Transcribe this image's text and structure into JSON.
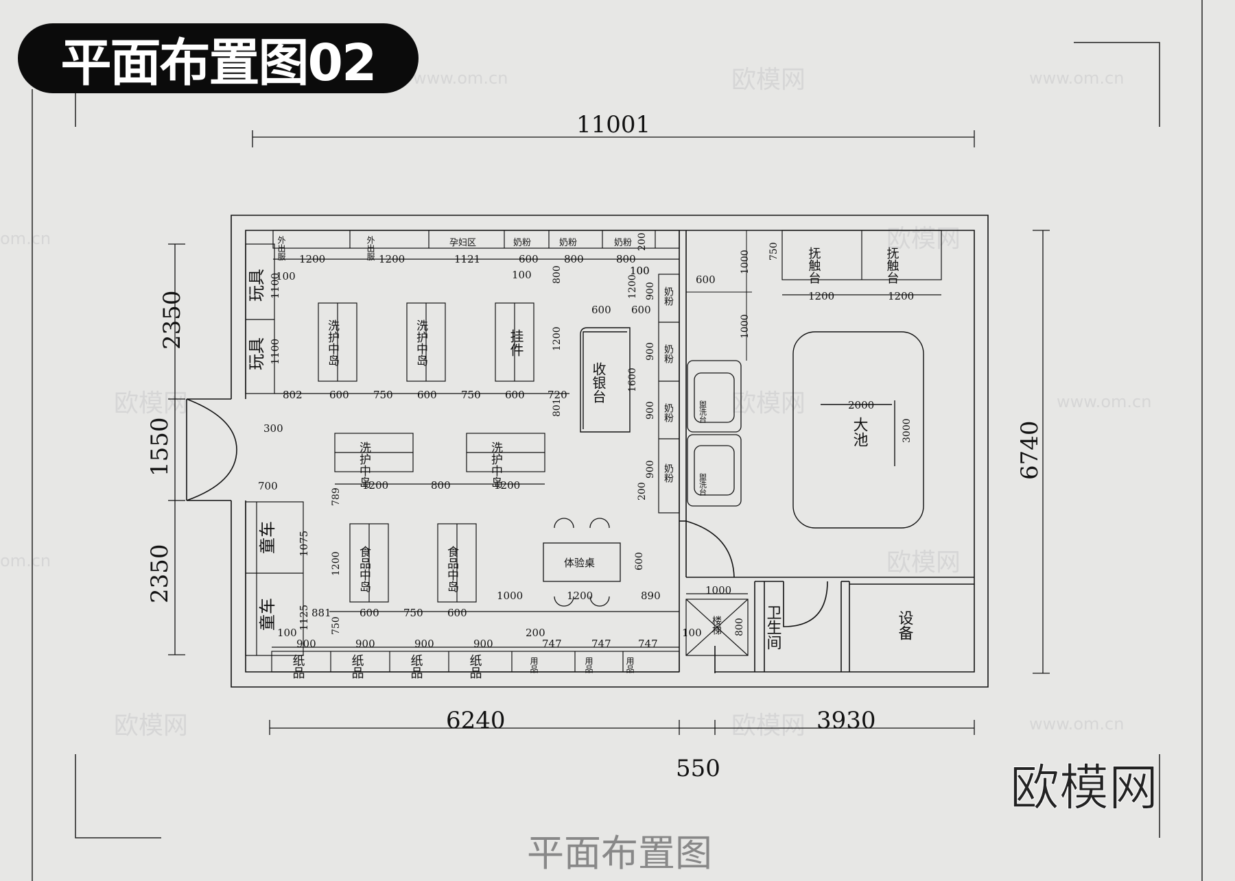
{
  "header": {
    "title": "平面布置图02"
  },
  "footer": {
    "caption": "平面布置图",
    "brand": "欧模网"
  },
  "watermarks": {
    "cn": "欧模网",
    "url": "www.om.cn",
    "domain": "om.cn"
  },
  "overall": {
    "width": "11001",
    "height": "6740",
    "left_top": "2350",
    "left_mid": "1550",
    "left_bottom": "2350",
    "bottom_left": "6240",
    "bottom_right": "3930",
    "bottom_gap": "550"
  },
  "wall_top": {
    "labels": [
      "外出服",
      "外出服",
      "孕妇区",
      "奶粉",
      "奶粉",
      "奶粉"
    ],
    "dims": [
      "1200",
      "1200",
      "1121",
      "600",
      "800",
      "800",
      "200"
    ]
  },
  "left_wall": {
    "labels": [
      "玩具",
      "玩具",
      "童车",
      "童车"
    ],
    "dims": [
      "1100",
      "100",
      "1100",
      "300",
      "700",
      "1075",
      "1125",
      "100"
    ]
  },
  "islands_top": {
    "labels": [
      "洗护中岛",
      "洗护中岛",
      "挂件"
    ],
    "dims": [
      "802",
      "600",
      "750",
      "600",
      "750",
      "600",
      "720",
      "801",
      "1200",
      "800",
      "100"
    ]
  },
  "islands_mid": {
    "labels": [
      "洗护中岛",
      "洗护中岛"
    ],
    "dims": [
      "1200",
      "800",
      "1200",
      "789"
    ]
  },
  "islands_food": {
    "labels": [
      "食品中岛",
      "食品中岛"
    ],
    "dims": [
      "1200",
      "881",
      "600",
      "750",
      "600",
      "1000"
    ]
  },
  "cashier": {
    "label": "收银台",
    "dims": [
      "600",
      "600",
      "1200",
      "1600",
      "100"
    ]
  },
  "experience": {
    "label": "体验桌",
    "dims": [
      "600",
      "1200",
      "890"
    ]
  },
  "right_wall": {
    "labels": [
      "奶粉",
      "奶粉",
      "奶粉",
      "奶粉"
    ],
    "dims": [
      "900",
      "900",
      "900",
      "900",
      "200",
      "100"
    ]
  },
  "bottom_wall": {
    "labels": [
      "纸品",
      "纸品",
      "纸品",
      "纸品",
      "用品",
      "用品",
      "用品"
    ],
    "dims": [
      "900",
      "900",
      "900",
      "900",
      "750",
      "200",
      "747",
      "747",
      "747",
      "100"
    ]
  },
  "service": {
    "sink_label": "盥洗台",
    "touch_labels": [
      "抚触台",
      "抚触台"
    ],
    "touch_dims": [
      "750",
      "1200",
      "1200"
    ],
    "pool_label": "大池",
    "pool_dims": [
      "2000",
      "3000"
    ],
    "col_dims": [
      "600",
      "1000",
      "1000"
    ],
    "stair_label": "楼梯",
    "stair_dims": [
      "1000",
      "800"
    ],
    "wc_label": "卫生间",
    "equip_label": "设备"
  }
}
